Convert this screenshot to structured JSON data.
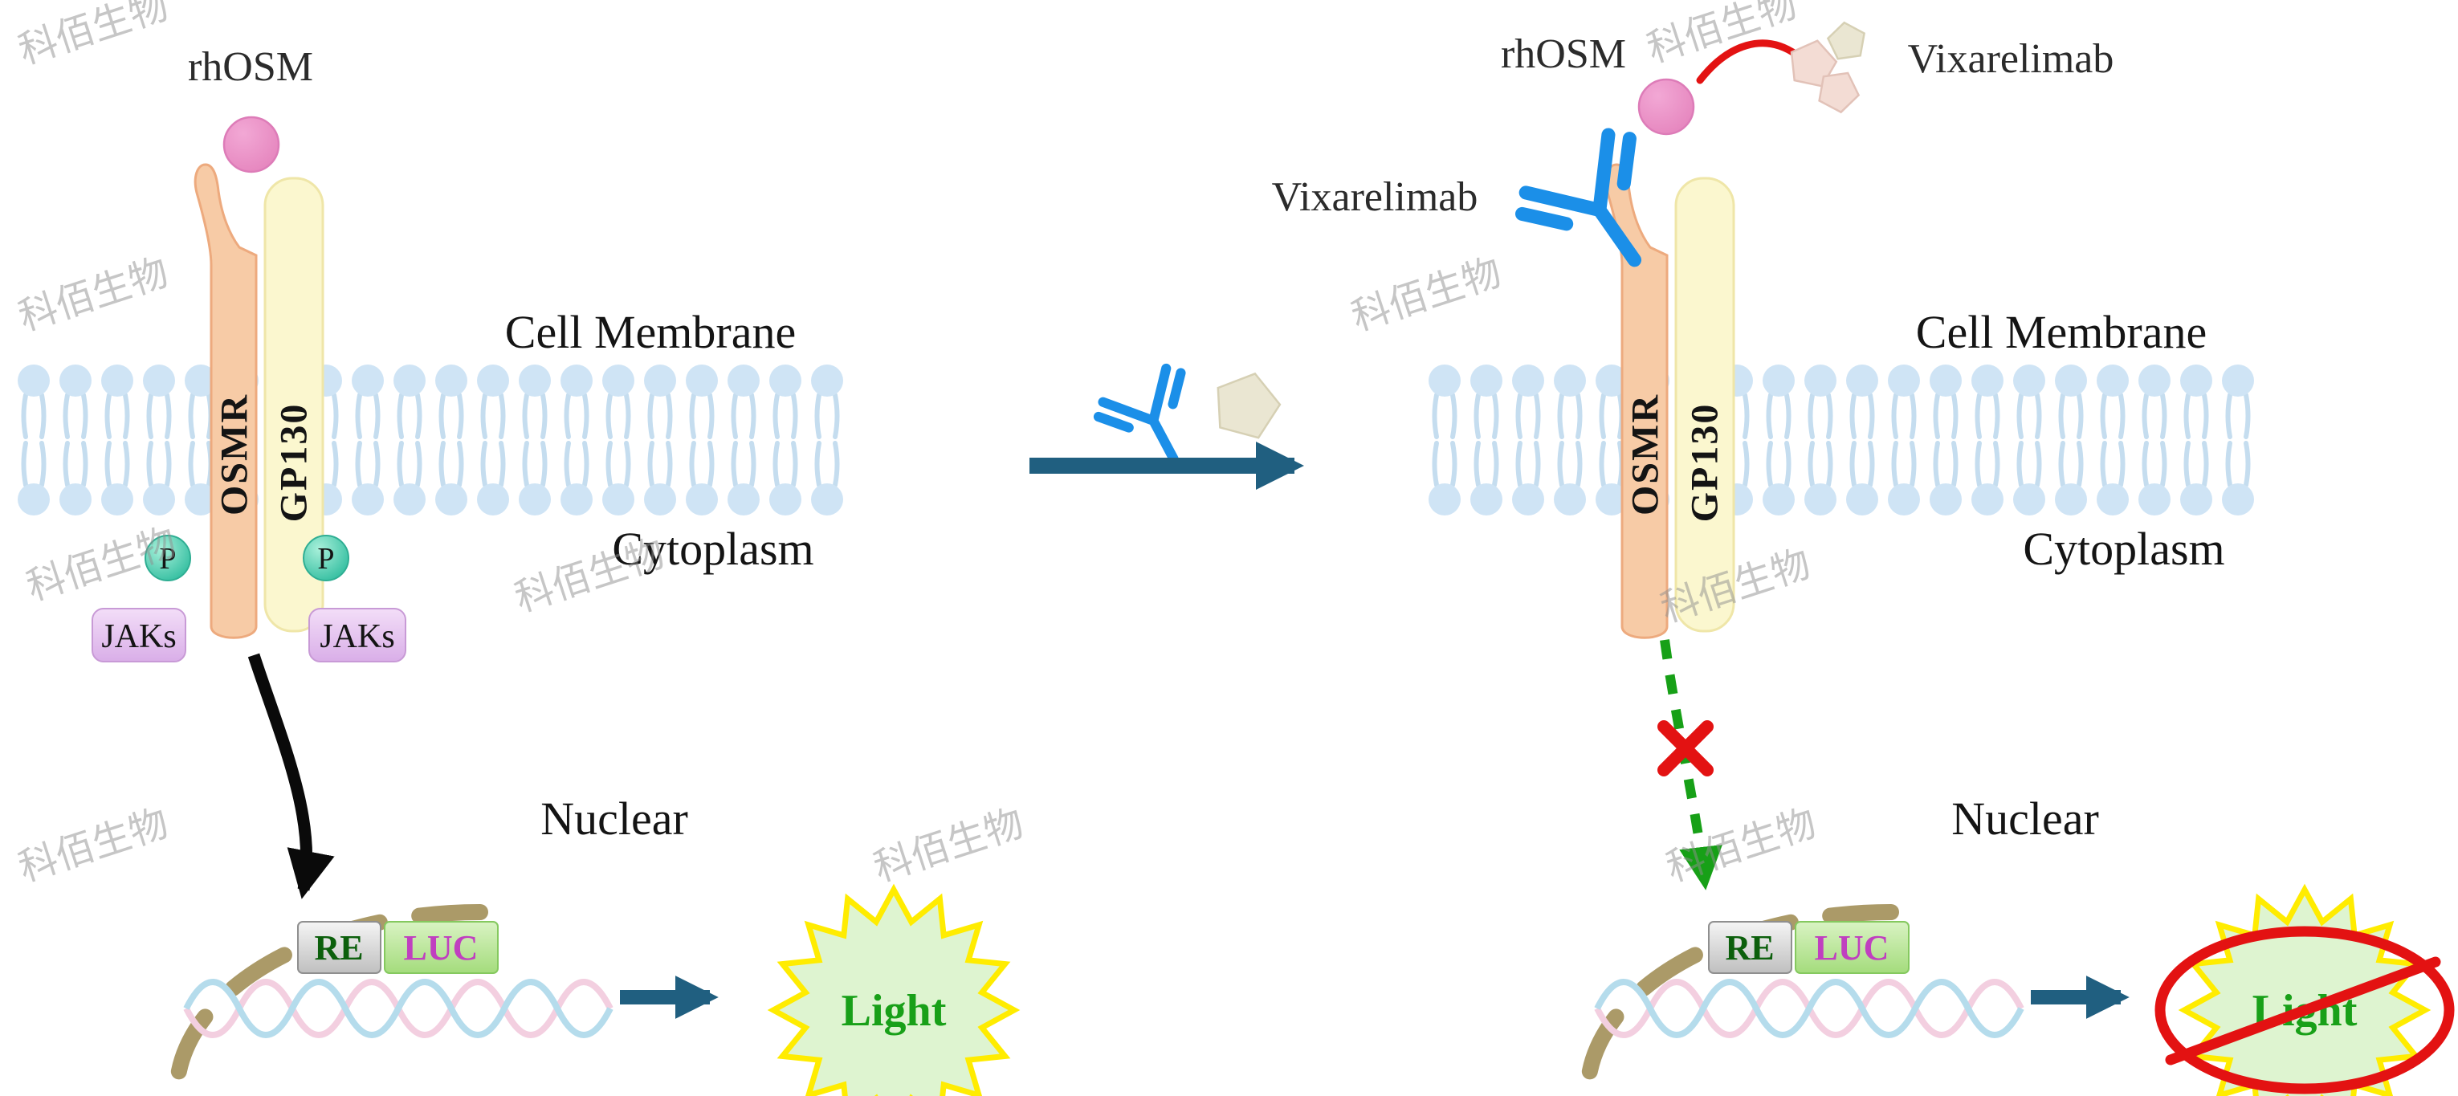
{
  "watermark": {
    "text": "科佰生物"
  },
  "colors": {
    "membrane_head": "#cfe4f5",
    "membrane_tail": "#c5ddef",
    "osmr_fill": "#f7cba6",
    "osmr_stroke": "#edaa7e",
    "gp130_fill": "#fbf7cf",
    "gp130_stroke": "#efe6a8",
    "ligand_fill": "#eb92c6",
    "antibody_blue": "#1b8fe8",
    "inhibit_red": "#e31212",
    "signal_green": "#17a017",
    "arrow_teal": "#205f80",
    "nuclear_tan": "#ab9a68",
    "star_yellow": "#ffec00",
    "star_fill": "#def4d0",
    "light_green": "#18a018",
    "re_text": "#0c5f0c",
    "luc_text": "#c03fc0"
  },
  "left_panel": {
    "ligand": "rhOSM",
    "membrane": "Cell Membrane",
    "cytoplasm": "Cytoplasm",
    "receptor_osmr": "OSMR",
    "receptor_gp130": "GP130",
    "phospho": "P",
    "jaks": "JAKs",
    "nucleus": "Nuclear",
    "reporter_re": "RE",
    "reporter_luc": "LUC",
    "light": "Light"
  },
  "right_panel": {
    "ligand": "rhOSM",
    "drug": "Vixarelimab",
    "membrane": "Cell Membrane",
    "cytoplasm": "Cytoplasm",
    "receptor_osmr": "OSMR",
    "receptor_gp130": "GP130",
    "nucleus": "Nuclear",
    "reporter_re": "RE",
    "reporter_luc": "LUC",
    "light": "Light"
  }
}
